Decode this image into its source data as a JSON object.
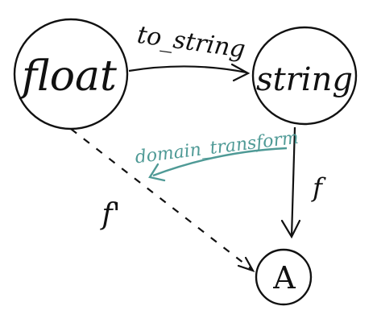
{
  "nodes": {
    "float": "float",
    "string": "string",
    "a": "A"
  },
  "edges": {
    "to_string": "to_string",
    "f": "f",
    "f_prime": "f'",
    "domain_transform": "domain_transform"
  },
  "colors": {
    "ink": "#111111",
    "teal": "#4f9a96"
  }
}
